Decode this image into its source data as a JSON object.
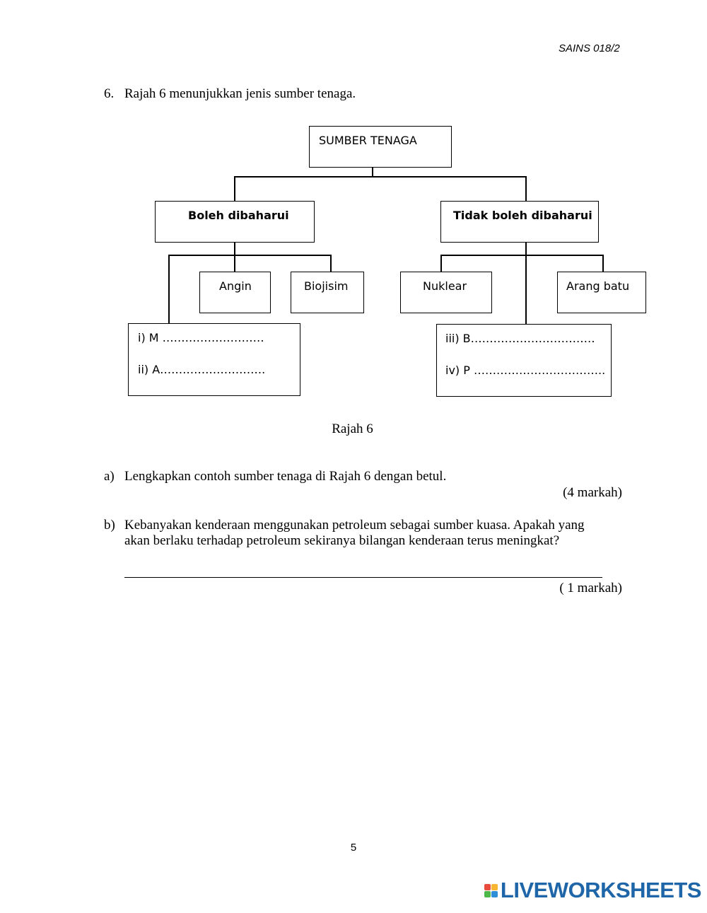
{
  "header": {
    "code": "SAINS 018/2"
  },
  "question": {
    "number": "6.",
    "intro": "Rajah 6 menunjukkan jenis sumber tenaga."
  },
  "diagram": {
    "root": "SUMBER TENAGA",
    "left": "Boleh dibaharui",
    "right": "Tidak boleh dibaharui",
    "left_children": [
      "Angin",
      "Biojisim"
    ],
    "right_children": [
      "Nuklear",
      "Arang batu"
    ],
    "left_blanks": [
      "i) M ………………………",
      "ii) A………………………."
    ],
    "right_blanks": [
      "iii) B……………………………",
      "iv) P …………………………….."
    ],
    "caption": "Rajah 6"
  },
  "part_a": {
    "label": "a)",
    "text": "Lengkapkan contoh sumber tenaga di Rajah 6 dengan betul.",
    "marks": "(4 markah)"
  },
  "part_b": {
    "label": "b)",
    "line1": "Kebanyakan kenderaan menggunakan petroleum sebagai sumber kuasa. Apakah yang",
    "line2": "akan berlaku terhadap petroleum sekiranya bilangan kenderaan terus meningkat?",
    "marks": "( 1 markah)"
  },
  "page_number": "5",
  "brand": {
    "name": "LIVEWORKSHEETS",
    "colors": [
      "#e94b3c",
      "#f6b631",
      "#4db748",
      "#2e8fd6"
    ]
  }
}
